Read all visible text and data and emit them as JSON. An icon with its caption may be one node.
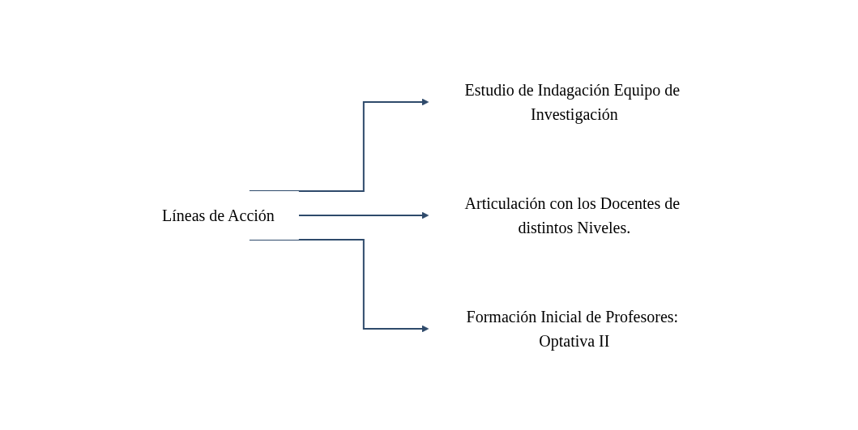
{
  "diagram": {
    "nodes": [
      {
        "text": [
          "Líneas de Acción"
        ]
      },
      {
        "text": [
          "Estudio de Indagación Equipo de Investigación"
        ]
      },
      {
        "text": [
          "Articulación con los Docentes de distintos Niveles."
        ]
      },
      {
        "text": [
          "Formación Inicial de Profesores: Optativa II"
        ]
      }
    ],
    "edges": [
      {
        "from": 0,
        "to": 1,
        "arrow": "to"
      },
      {
        "from": 0,
        "to": 2,
        "arrow": "to"
      },
      {
        "from": 0,
        "to": 3,
        "arrow": "to"
      }
    ]
  }
}
